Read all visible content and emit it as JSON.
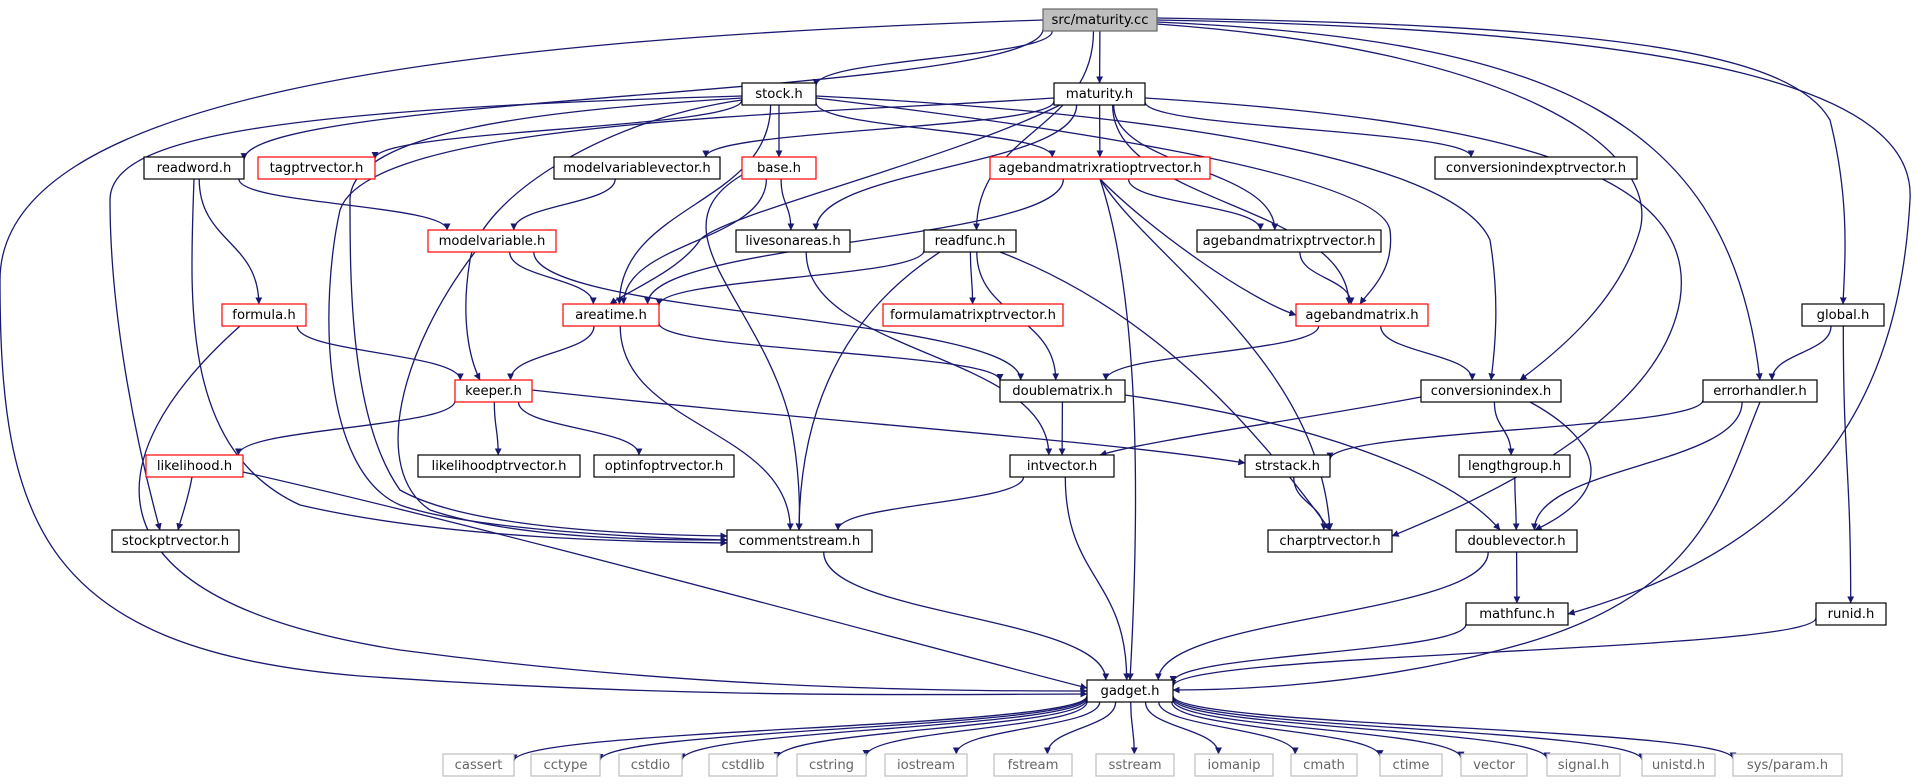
{
  "graph": {
    "kind": "include dependency graph",
    "colors": {
      "edge": "#191970",
      "root_fill": "#bfbfbf",
      "node_border": "#000000",
      "truncated_border": "#ff0000",
      "system_border": "#bfbfbf"
    },
    "nodes": [
      {
        "id": "maturity_cc",
        "label": "src/maturity.cc",
        "style": "root"
      },
      {
        "id": "stock",
        "label": "stock.h",
        "style": "normal"
      },
      {
        "id": "maturity",
        "label": "maturity.h",
        "style": "normal"
      },
      {
        "id": "readword",
        "label": "readword.h",
        "style": "normal"
      },
      {
        "id": "tagptrvector",
        "label": "tagptrvector.h",
        "style": "truncated"
      },
      {
        "id": "modelvariablevector",
        "label": "modelvariablevector.h",
        "style": "normal"
      },
      {
        "id": "base",
        "label": "base.h",
        "style": "truncated"
      },
      {
        "id": "agebandmatrixratioptrvector",
        "label": "agebandmatrixratioptrvector.h",
        "style": "truncated"
      },
      {
        "id": "conversionindexptrvector",
        "label": "conversionindexptrvector.h",
        "style": "normal"
      },
      {
        "id": "modelvariable",
        "label": "modelvariable.h",
        "style": "truncated"
      },
      {
        "id": "livesonareas",
        "label": "livesonareas.h",
        "style": "normal"
      },
      {
        "id": "readfunc",
        "label": "readfunc.h",
        "style": "normal"
      },
      {
        "id": "agebandmatrixptrvector",
        "label": "agebandmatrixptrvector.h",
        "style": "normal"
      },
      {
        "id": "formula",
        "label": "formula.h",
        "style": "truncated"
      },
      {
        "id": "areatime",
        "label": "areatime.h",
        "style": "truncated"
      },
      {
        "id": "formulamatrixptrvector",
        "label": "formulamatrixptrvector.h",
        "style": "truncated"
      },
      {
        "id": "agebandmatrix",
        "label": "agebandmatrix.h",
        "style": "truncated"
      },
      {
        "id": "global",
        "label": "global.h",
        "style": "normal"
      },
      {
        "id": "keeper",
        "label": "keeper.h",
        "style": "truncated"
      },
      {
        "id": "doublematrix",
        "label": "doublematrix.h",
        "style": "normal"
      },
      {
        "id": "conversionindex",
        "label": "conversionindex.h",
        "style": "normal"
      },
      {
        "id": "errorhandler",
        "label": "errorhandler.h",
        "style": "normal"
      },
      {
        "id": "likelihood",
        "label": "likelihood.h",
        "style": "truncated"
      },
      {
        "id": "likelihoodptrvector",
        "label": "likelihoodptrvector.h",
        "style": "normal"
      },
      {
        "id": "optinfoptrvector",
        "label": "optinfoptrvector.h",
        "style": "normal"
      },
      {
        "id": "intvector",
        "label": "intvector.h",
        "style": "normal"
      },
      {
        "id": "strstack",
        "label": "strstack.h",
        "style": "normal"
      },
      {
        "id": "lengthgroup",
        "label": "lengthgroup.h",
        "style": "normal"
      },
      {
        "id": "stockptrvector",
        "label": "stockptrvector.h",
        "style": "normal"
      },
      {
        "id": "commentstream",
        "label": "commentstream.h",
        "style": "normal"
      },
      {
        "id": "charptrvector",
        "label": "charptrvector.h",
        "style": "normal"
      },
      {
        "id": "doublevector",
        "label": "doublevector.h",
        "style": "normal"
      },
      {
        "id": "mathfunc",
        "label": "mathfunc.h",
        "style": "normal"
      },
      {
        "id": "runid",
        "label": "runid.h",
        "style": "normal"
      },
      {
        "id": "gadget",
        "label": "gadget.h",
        "style": "normal"
      },
      {
        "id": "cassert",
        "label": "cassert",
        "style": "system"
      },
      {
        "id": "cctype",
        "label": "cctype",
        "style": "system"
      },
      {
        "id": "cstdio",
        "label": "cstdio",
        "style": "system"
      },
      {
        "id": "cstdlib",
        "label": "cstdlib",
        "style": "system"
      },
      {
        "id": "cstring",
        "label": "cstring",
        "style": "system"
      },
      {
        "id": "iostream",
        "label": "iostream",
        "style": "system"
      },
      {
        "id": "fstream",
        "label": "fstream",
        "style": "system"
      },
      {
        "id": "sstream",
        "label": "sstream",
        "style": "system"
      },
      {
        "id": "iomanip",
        "label": "iomanip",
        "style": "system"
      },
      {
        "id": "cmath",
        "label": "cmath",
        "style": "system"
      },
      {
        "id": "ctime",
        "label": "ctime",
        "style": "system"
      },
      {
        "id": "vector",
        "label": "vector",
        "style": "system"
      },
      {
        "id": "signal",
        "label": "signal.h",
        "style": "system"
      },
      {
        "id": "unistd",
        "label": "unistd.h",
        "style": "system"
      },
      {
        "id": "sysparam",
        "label": "sys/param.h",
        "style": "system"
      }
    ],
    "edges": [
      [
        "maturity_cc",
        "stock"
      ],
      [
        "maturity_cc",
        "maturity"
      ],
      [
        "maturity_cc",
        "readword"
      ],
      [
        "maturity_cc",
        "readfunc"
      ],
      [
        "maturity_cc",
        "conversionindex"
      ],
      [
        "maturity_cc",
        "errorhandler"
      ],
      [
        "maturity_cc",
        "global"
      ],
      [
        "maturity_cc",
        "mathfunc"
      ],
      [
        "maturity_cc",
        "gadget"
      ],
      [
        "stock",
        "tagptrvector"
      ],
      [
        "stock",
        "base"
      ],
      [
        "stock",
        "agebandmatrixratioptrvector"
      ],
      [
        "stock",
        "areatime"
      ],
      [
        "stock",
        "keeper"
      ],
      [
        "stock",
        "stockptrvector"
      ],
      [
        "stock",
        "commentstream"
      ],
      [
        "stock",
        "agebandmatrix"
      ],
      [
        "stock",
        "conversionindex"
      ],
      [
        "maturity",
        "modelvariablevector"
      ],
      [
        "maturity",
        "agebandmatrixratioptrvector"
      ],
      [
        "maturity",
        "conversionindexptrvector"
      ],
      [
        "maturity",
        "livesonareas"
      ],
      [
        "maturity",
        "agebandmatrixptrvector"
      ],
      [
        "maturity",
        "agebandmatrix"
      ],
      [
        "maturity",
        "commentstream"
      ],
      [
        "maturity",
        "areatime"
      ],
      [
        "maturity",
        "charptrvector"
      ],
      [
        "readword",
        "modelvariable"
      ],
      [
        "readword",
        "formula"
      ],
      [
        "readword",
        "commentstream"
      ],
      [
        "modelvariablevector",
        "modelvariable"
      ],
      [
        "base",
        "livesonareas"
      ],
      [
        "base",
        "areatime"
      ],
      [
        "base",
        "commentstream"
      ],
      [
        "agebandmatrixratioptrvector",
        "agebandmatrixptrvector"
      ],
      [
        "agebandmatrixratioptrvector",
        "agebandmatrix"
      ],
      [
        "agebandmatrixratioptrvector",
        "areatime"
      ],
      [
        "agebandmatrixratioptrvector",
        "charptrvector"
      ],
      [
        "agebandmatrixratioptrvector",
        "gadget"
      ],
      [
        "modelvariable",
        "areatime"
      ],
      [
        "modelvariable",
        "doublematrix"
      ],
      [
        "modelvariable",
        "commentstream"
      ],
      [
        "livesonareas",
        "intvector"
      ],
      [
        "readfunc",
        "areatime"
      ],
      [
        "readfunc",
        "formulamatrixptrvector"
      ],
      [
        "readfunc",
        "doublematrix"
      ],
      [
        "readfunc",
        "commentstream"
      ],
      [
        "readfunc",
        "charptrvector"
      ],
      [
        "agebandmatrixptrvector",
        "agebandmatrix"
      ],
      [
        "formula",
        "keeper"
      ],
      [
        "formula",
        "gadget"
      ],
      [
        "areatime",
        "keeper"
      ],
      [
        "areatime",
        "doublematrix"
      ],
      [
        "areatime",
        "commentstream"
      ],
      [
        "agebandmatrix",
        "doublematrix"
      ],
      [
        "agebandmatrix",
        "conversionindex"
      ],
      [
        "global",
        "errorhandler"
      ],
      [
        "global",
        "runid"
      ],
      [
        "keeper",
        "likelihood"
      ],
      [
        "keeper",
        "likelihoodptrvector"
      ],
      [
        "keeper",
        "optinfoptrvector"
      ],
      [
        "keeper",
        "strstack"
      ],
      [
        "doublematrix",
        "intvector"
      ],
      [
        "doublematrix",
        "doublevector"
      ],
      [
        "conversionindex",
        "intvector"
      ],
      [
        "conversionindex",
        "lengthgroup"
      ],
      [
        "conversionindex",
        "doublevector"
      ],
      [
        "errorhandler",
        "strstack"
      ],
      [
        "errorhandler",
        "doublevector"
      ],
      [
        "errorhandler",
        "gadget"
      ],
      [
        "likelihood",
        "stockptrvector"
      ],
      [
        "likelihood",
        "gadget"
      ],
      [
        "intvector",
        "commentstream"
      ],
      [
        "intvector",
        "gadget"
      ],
      [
        "strstack",
        "charptrvector"
      ],
      [
        "lengthgroup",
        "doublevector"
      ],
      [
        "commentstream",
        "gadget"
      ],
      [
        "doublevector",
        "mathfunc"
      ],
      [
        "doublevector",
        "gadget"
      ],
      [
        "mathfunc",
        "gadget"
      ],
      [
        "runid",
        "gadget"
      ],
      [
        "gadget",
        "cassert"
      ],
      [
        "gadget",
        "cctype"
      ],
      [
        "gadget",
        "cstdio"
      ],
      [
        "gadget",
        "cstdlib"
      ],
      [
        "gadget",
        "cstring"
      ],
      [
        "gadget",
        "iostream"
      ],
      [
        "gadget",
        "fstream"
      ],
      [
        "gadget",
        "sstream"
      ],
      [
        "gadget",
        "iomanip"
      ],
      [
        "gadget",
        "cmath"
      ],
      [
        "gadget",
        "ctime"
      ],
      [
        "gadget",
        "vector"
      ],
      [
        "gadget",
        "signal"
      ],
      [
        "gadget",
        "unistd"
      ],
      [
        "gadget",
        "sysparam"
      ]
    ]
  }
}
